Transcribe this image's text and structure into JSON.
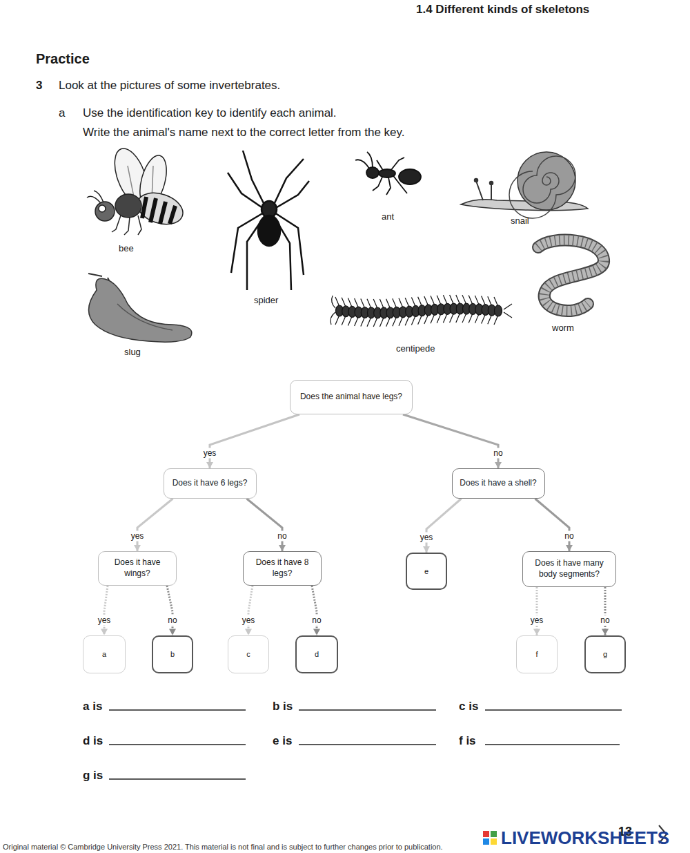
{
  "diagram": {
    "nodes": [
      {
        "text": [
          "Does the animal have legs?"
        ]
      },
      {
        "text": [
          "Does it have 6 legs?"
        ]
      },
      {
        "text": [
          "Does it have a shell?"
        ]
      },
      {
        "text": [
          "Does it have wings?"
        ]
      },
      {
        "text": [
          "Does it have 8 legs?"
        ]
      },
      {
        "text": [
          "e"
        ]
      },
      {
        "text": [
          "Does it have many body segments?"
        ]
      },
      {
        "text": [
          "a"
        ]
      },
      {
        "text": [
          "b"
        ]
      },
      {
        "text": [
          "c"
        ]
      },
      {
        "text": [
          "d"
        ]
      },
      {
        "text": [
          "f"
        ]
      },
      {
        "text": [
          "g"
        ]
      }
    ],
    "edges": [
      {
        "from": 0,
        "to": 1,
        "arrow": "to",
        "label": "yes"
      },
      {
        "from": 0,
        "to": 2,
        "arrow": "to",
        "label": "no"
      },
      {
        "from": 1,
        "to": 3,
        "arrow": "to",
        "label": "yes"
      },
      {
        "from": 1,
        "to": 4,
        "arrow": "to",
        "label": "no"
      },
      {
        "from": 2,
        "to": 5,
        "arrow": "to",
        "label": "yes"
      },
      {
        "from": 2,
        "to": 6,
        "arrow": "to",
        "label": "no"
      },
      {
        "from": 3,
        "to": 7,
        "arrow": "to",
        "label": "yes"
      },
      {
        "from": 3,
        "to": 8,
        "arrow": "to",
        "label": "no"
      },
      {
        "from": 4,
        "to": 9,
        "arrow": "to",
        "label": "yes"
      },
      {
        "from": 4,
        "to": 10,
        "arrow": "to",
        "label": "no"
      },
      {
        "from": 6,
        "to": 11,
        "arrow": "to",
        "label": "yes"
      },
      {
        "from": 6,
        "to": 12,
        "arrow": "to",
        "label": "no"
      }
    ],
    "labels": [
      "1.4 Different kinds of skeletons",
      "Practice",
      "3",
      "Look at the pictures of some invertebrates.",
      "a",
      "Use the identification key to identify each animal.",
      "Write the animal's name next to the correct letter from the key.",
      "bee",
      "spider",
      "ant",
      "snail",
      "slug",
      "centipede",
      "worm",
      "a is",
      "b is",
      "c is",
      "d is",
      "e is",
      "f is",
      "g is",
      "13",
      "LIVEWORKSHEETS",
      "Original material © Cambridge University Press 2021. This material is not final and is subject to further changes prior to publication."
    ]
  }
}
